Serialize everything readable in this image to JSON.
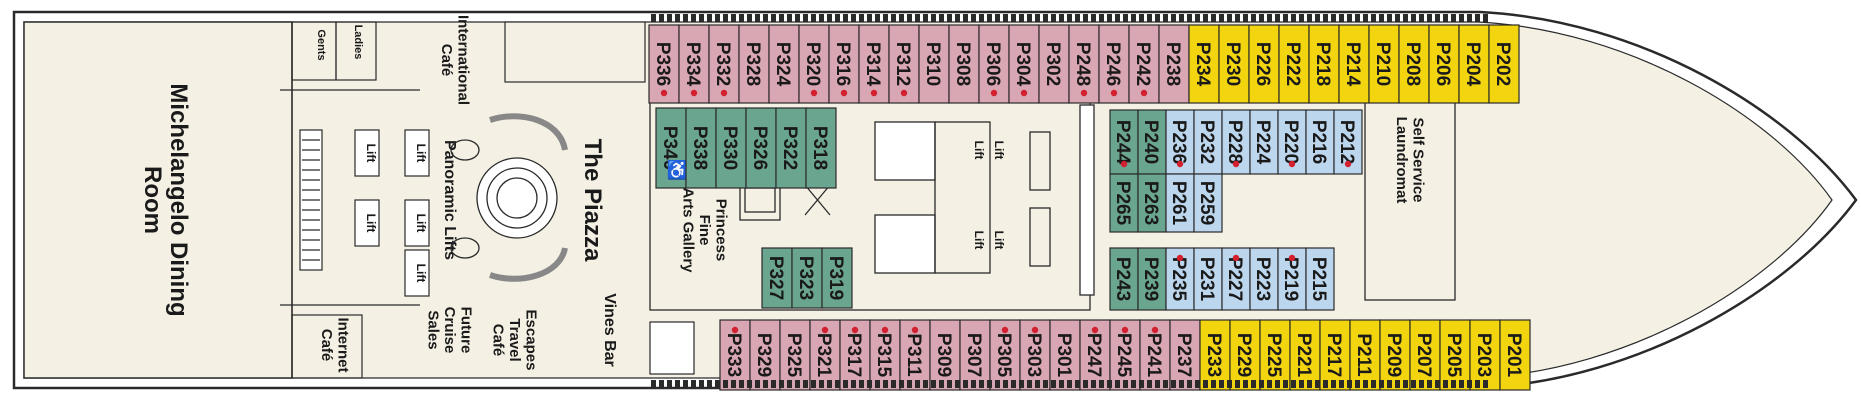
{
  "colors": {
    "hull": "#ffffff",
    "deck": "#f4f0e4",
    "outline": "#2a2a2a",
    "pink": "#d9a6b3",
    "yellow": "#f2d40f",
    "blue": "#bcd6ee",
    "green": "#6aa58f",
    "balcony_dot": "#d3202f"
  },
  "areas": {
    "dining": "Michelangelo Dining Room",
    "gents": "Gents",
    "ladies": "Ladies",
    "intl_cafe": "International Café",
    "panoramic_lifts": "Panoramic Lifts",
    "internet_cafe": "Internet Café",
    "future_sales": "Future Cruise Sales",
    "escapes": "Escapes Travel Café",
    "piazza": "The Piazza",
    "vines": "Vines Bar",
    "gallery": "Princess Fine Arts Gallery",
    "laundromat": "Self Service Laundromat"
  },
  "lift_label": "Lift",
  "cabins": {
    "top_row": [
      {
        "n": "P336",
        "dot": true,
        "c": "pink"
      },
      {
        "n": "P334",
        "dot": true,
        "c": "pink"
      },
      {
        "n": "P332",
        "dot": true,
        "c": "pink"
      },
      {
        "n": "P328",
        "dot": false,
        "c": "pink"
      },
      {
        "n": "P324",
        "dot": false,
        "c": "pink"
      },
      {
        "n": "P320",
        "dot": true,
        "c": "pink"
      },
      {
        "n": "P316",
        "dot": true,
        "c": "pink"
      },
      {
        "n": "P314",
        "dot": true,
        "c": "pink"
      },
      {
        "n": "P312",
        "dot": true,
        "c": "pink"
      },
      {
        "n": "P310",
        "dot": false,
        "c": "pink"
      },
      {
        "n": "P308",
        "dot": false,
        "c": "pink"
      },
      {
        "n": "P306",
        "dot": true,
        "c": "pink"
      },
      {
        "n": "P304",
        "dot": true,
        "c": "pink"
      },
      {
        "n": "P302",
        "dot": false,
        "c": "pink"
      },
      {
        "n": "P248",
        "dot": true,
        "c": "pink"
      },
      {
        "n": "P246",
        "dot": true,
        "c": "pink"
      },
      {
        "n": "P242",
        "dot": true,
        "c": "pink"
      },
      {
        "n": "P238",
        "dot": false,
        "c": "pink"
      },
      {
        "n": "P234",
        "dot": false,
        "c": "yellow"
      },
      {
        "n": "P230",
        "dot": false,
        "c": "yellow"
      },
      {
        "n": "P226",
        "dot": false,
        "c": "yellow"
      },
      {
        "n": "P222",
        "dot": false,
        "c": "yellow"
      },
      {
        "n": "P218",
        "dot": false,
        "c": "yellow"
      },
      {
        "n": "P214",
        "dot": false,
        "c": "yellow"
      },
      {
        "n": "P210",
        "dot": false,
        "c": "yellow"
      },
      {
        "n": "P208",
        "dot": false,
        "c": "yellow"
      },
      {
        "n": "P206",
        "dot": false,
        "c": "yellow"
      },
      {
        "n": "P204",
        "dot": false,
        "c": "yellow"
      },
      {
        "n": "P202",
        "dot": false,
        "c": "yellow"
      }
    ],
    "bottom_row": [
      {
        "n": "P333",
        "dot": true,
        "c": "pink"
      },
      {
        "n": "P329",
        "dot": false,
        "c": "pink"
      },
      {
        "n": "P325",
        "dot": false,
        "c": "pink"
      },
      {
        "n": "P321",
        "dot": true,
        "c": "pink"
      },
      {
        "n": "P317",
        "dot": true,
        "c": "pink"
      },
      {
        "n": "P315",
        "dot": true,
        "c": "pink"
      },
      {
        "n": "P311",
        "dot": true,
        "c": "pink"
      },
      {
        "n": "P309",
        "dot": false,
        "c": "pink"
      },
      {
        "n": "P307",
        "dot": false,
        "c": "pink"
      },
      {
        "n": "P305",
        "dot": true,
        "c": "pink"
      },
      {
        "n": "P303",
        "dot": true,
        "c": "pink"
      },
      {
        "n": "P301",
        "dot": false,
        "c": "pink"
      },
      {
        "n": "P247",
        "dot": true,
        "c": "pink"
      },
      {
        "n": "P245",
        "dot": true,
        "c": "pink"
      },
      {
        "n": "P241",
        "dot": true,
        "c": "pink"
      },
      {
        "n": "P237",
        "dot": false,
        "c": "pink"
      },
      {
        "n": "P233",
        "dot": false,
        "c": "yellow"
      },
      {
        "n": "P229",
        "dot": false,
        "c": "yellow"
      },
      {
        "n": "P225",
        "dot": false,
        "c": "yellow"
      },
      {
        "n": "P221",
        "dot": false,
        "c": "yellow"
      },
      {
        "n": "P217",
        "dot": false,
        "c": "yellow"
      },
      {
        "n": "P211",
        "dot": false,
        "c": "yellow"
      },
      {
        "n": "P209",
        "dot": false,
        "c": "yellow"
      },
      {
        "n": "P207",
        "dot": false,
        "c": "yellow"
      },
      {
        "n": "P205",
        "dot": false,
        "c": "yellow"
      },
      {
        "n": "P203",
        "dot": false,
        "c": "yellow"
      },
      {
        "n": "P201",
        "dot": false,
        "c": "yellow"
      }
    ],
    "inner_fwd_top": [
      {
        "n": "P340",
        "dot": false,
        "c": "green",
        "accessible": true
      },
      {
        "n": "P338",
        "dot": false,
        "c": "green"
      },
      {
        "n": "P330",
        "dot": false,
        "c": "green"
      },
      {
        "n": "P326",
        "dot": false,
        "c": "green"
      },
      {
        "n": "P322",
        "dot": false,
        "c": "green"
      },
      {
        "n": "P318",
        "dot": false,
        "c": "green"
      }
    ],
    "inner_fwd_bottom": [
      {
        "n": "P327",
        "dot": false,
        "c": "green"
      },
      {
        "n": "P323",
        "dot": false,
        "c": "green"
      },
      {
        "n": "P319",
        "dot": false,
        "c": "green"
      }
    ],
    "inner_aft_top": [
      {
        "n": "P244",
        "dot": true,
        "c": "green"
      },
      {
        "n": "P240",
        "dot": false,
        "c": "green"
      },
      {
        "n": "P236",
        "dot": true,
        "c": "blue"
      },
      {
        "n": "P232",
        "dot": false,
        "c": "blue"
      },
      {
        "n": "P228",
        "dot": true,
        "c": "blue"
      },
      {
        "n": "P224",
        "dot": false,
        "c": "blue"
      },
      {
        "n": "P220",
        "dot": true,
        "c": "blue"
      },
      {
        "n": "P216",
        "dot": false,
        "c": "blue"
      },
      {
        "n": "P212",
        "dot": true,
        "c": "blue"
      }
    ],
    "inner_aft_mid": [
      {
        "n": "P265",
        "dot": false,
        "c": "green"
      },
      {
        "n": "P263",
        "dot": false,
        "c": "green"
      },
      {
        "n": "P261",
        "dot": false,
        "c": "blue"
      },
      {
        "n": "P259",
        "dot": false,
        "c": "blue"
      }
    ],
    "inner_aft_bottom": [
      {
        "n": "P243",
        "dot": false,
        "c": "green"
      },
      {
        "n": "P239",
        "dot": false,
        "c": "green"
      },
      {
        "n": "P235",
        "dot": true,
        "c": "blue"
      },
      {
        "n": "P231",
        "dot": false,
        "c": "blue"
      },
      {
        "n": "P227",
        "dot": true,
        "c": "blue"
      },
      {
        "n": "P223",
        "dot": false,
        "c": "blue"
      },
      {
        "n": "P219",
        "dot": true,
        "c": "blue"
      },
      {
        "n": "P215",
        "dot": false,
        "c": "blue"
      }
    ]
  }
}
